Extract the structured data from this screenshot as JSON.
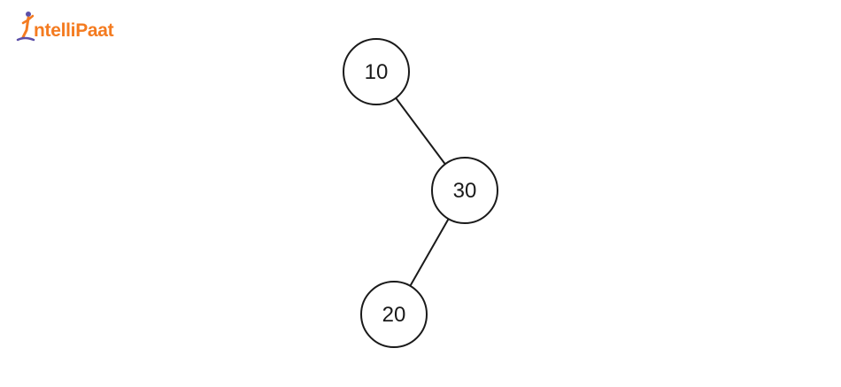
{
  "logo": {
    "text": "ntelliPaat",
    "brand_color": "#f47b20",
    "icon": "person-jumping-icon",
    "icon_accent": "#5b4fa8"
  },
  "tree": {
    "type": "binary-search-tree",
    "nodes": [
      {
        "id": "n10",
        "label": "10"
      },
      {
        "id": "n30",
        "label": "30"
      },
      {
        "id": "n20",
        "label": "20"
      }
    ],
    "edges": [
      {
        "from": "n10",
        "to": "n30",
        "side": "right"
      },
      {
        "from": "n30",
        "to": "n20",
        "side": "left"
      }
    ]
  }
}
